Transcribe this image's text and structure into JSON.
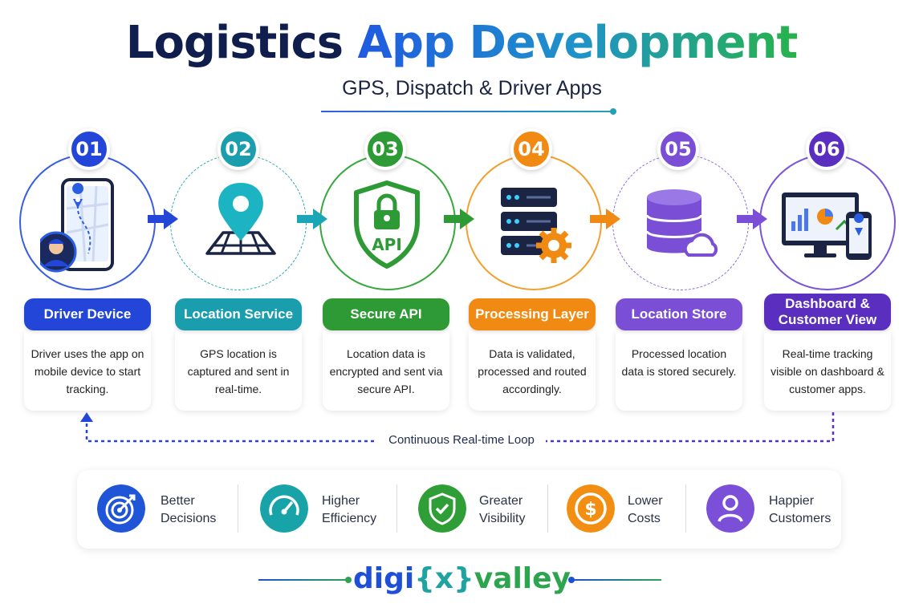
{
  "header": {
    "title_part1": "Logistics",
    "title_part2": "App Development",
    "subtitle": "GPS, Dispatch & Driver Apps"
  },
  "steps": [
    {
      "number": "01",
      "label": "Driver Device",
      "description": "Driver uses the app on mobile device to start tracking.",
      "color": "#2446d8",
      "icon": "smartphone-driver-icon"
    },
    {
      "number": "02",
      "label": "Location Service",
      "description": "GPS location is captured and sent in real-time.",
      "color": "#1a9eae",
      "icon": "map-pin-icon"
    },
    {
      "number": "03",
      "label": "Secure API",
      "description": "Location data is encrypted and sent via secure API.",
      "color": "#2e9a35",
      "icon": "shield-lock-icon",
      "icon_text": "API"
    },
    {
      "number": "04",
      "label": "Processing Layer",
      "description": "Data is validated, processed and routed accordingly.",
      "color": "#f08a12",
      "icon": "server-gear-icon"
    },
    {
      "number": "05",
      "label": "Location Store",
      "description": "Processed location data is stored securely.",
      "color": "#7a4fd6",
      "icon": "database-cloud-icon"
    },
    {
      "number": "06",
      "label": "Dashboard & Customer View",
      "description": "Real-time tracking visible on dashboard & customer apps.",
      "color": "#5a2fc0",
      "icon": "monitor-phone-icon"
    }
  ],
  "loop": {
    "label": "Continuous Real-time Loop"
  },
  "benefits": [
    {
      "line1": "Better",
      "line2": "Decisions",
      "color": "#1f55d6",
      "icon": "target-icon"
    },
    {
      "line1": "Higher",
      "line2": "Efficiency",
      "color": "#17a3a8",
      "icon": "speedometer-icon"
    },
    {
      "line1": "Greater",
      "line2": "Visibility",
      "color": "#2f9e36",
      "icon": "shield-check-icon"
    },
    {
      "line1": "Lower",
      "line2": "Costs",
      "color": "#f28f12",
      "icon": "dollar-coin-icon"
    },
    {
      "line1": "Happier",
      "line2": "Customers",
      "color": "#7b4fd8",
      "icon": "user-icon"
    }
  ],
  "footer": {
    "brand_part1": "digi",
    "brand_part2": "{x}",
    "brand_part3": "valley"
  }
}
